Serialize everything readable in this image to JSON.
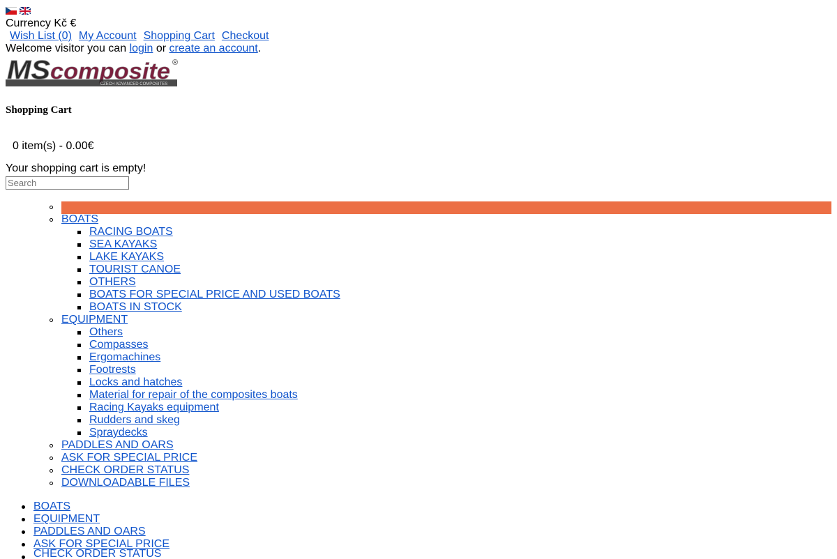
{
  "languages": [
    {
      "icon": "czech-flag-icon"
    },
    {
      "icon": "uk-flag-icon"
    }
  ],
  "currency": {
    "label": "Currency",
    "czk": "Kč",
    "eur": "€"
  },
  "topnav": {
    "wishlist": "Wish List (0)",
    "account": "My Account",
    "cart": "Shopping Cart",
    "checkout": "Checkout"
  },
  "welcome": {
    "prefix": "Welcome visitor you can",
    "login": "login",
    "or": "or",
    "create": "create an account",
    "suffix": "."
  },
  "logo": {
    "text": "MScomposite",
    "sub": "CZECH ADVANCED COMPOSITES",
    "mark": "®"
  },
  "cart": {
    "title": "Shopping Cart",
    "summary": "0 item(s) - 0.00€",
    "empty": "Your shopping cart is empty!"
  },
  "search": {
    "placeholder": "Search"
  },
  "menu": {
    "boats": "BOATS",
    "boats_sub": [
      "RACING BOATS",
      "SEA KAYAKS",
      "LAKE KAYAKS",
      "TOURIST CANOE",
      "OTHERS",
      "BOATS FOR SPECIAL PRICE AND USED BOATS",
      "BOATS IN STOCK"
    ],
    "equipment": "EQUIPMENT",
    "equipment_sub": [
      "Others",
      "Compasses",
      "Ergomachines",
      "Footrests",
      "Locks and hatches",
      "Material for repair of the composites boats",
      "Racing Kayaks equipment",
      "Rudders and skeg",
      "Spraydecks"
    ],
    "rest": [
      "PADDLES AND OARS",
      "ASK FOR SPECIAL PRICE",
      "CHECK ORDER STATUS",
      "DOWNLOADABLE FILES"
    ]
  },
  "bottom_menu": [
    "BOATS",
    "EQUIPMENT",
    "PADDLES AND OARS",
    "ASK FOR SPECIAL PRICE",
    "CHECK ORDER STATUS"
  ],
  "colors": {
    "link": "#1155cc",
    "accent_bar": "#ec6f45",
    "logo_dark": "#2a2a2a",
    "logo_red": "#7a1f3d"
  }
}
